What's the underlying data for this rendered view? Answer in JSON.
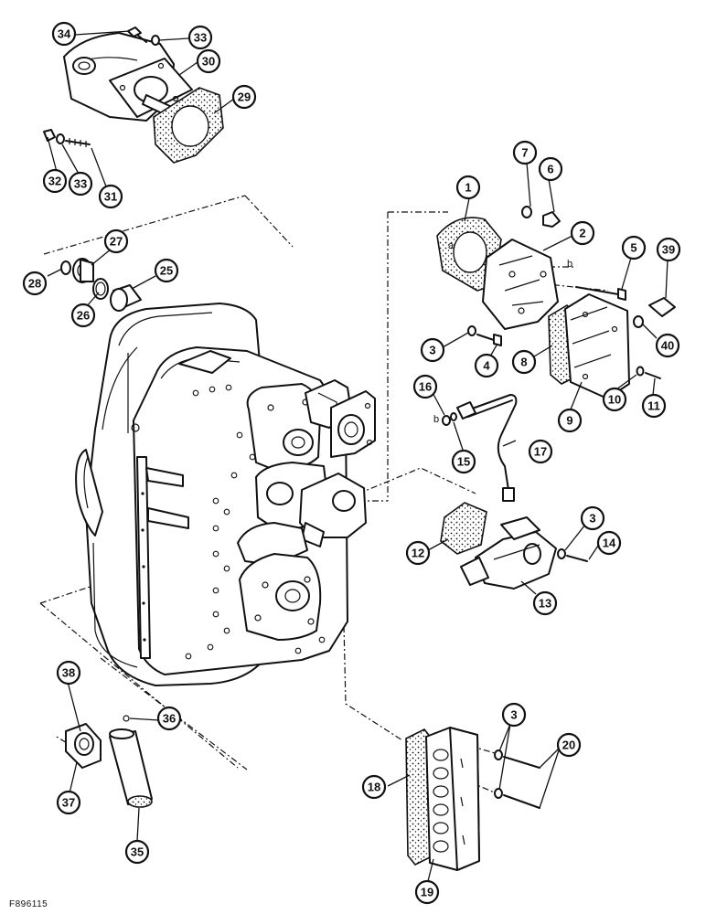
{
  "figure_id": "F896115",
  "point_labels": {
    "a": "a",
    "b": "b"
  },
  "callouts": [
    {
      "id": "c1",
      "label": "1"
    },
    {
      "id": "c2",
      "label": "2"
    },
    {
      "id": "c3a",
      "label": "3"
    },
    {
      "id": "c3b",
      "label": "3"
    },
    {
      "id": "c3c",
      "label": "3"
    },
    {
      "id": "c4",
      "label": "4"
    },
    {
      "id": "c5",
      "label": "5"
    },
    {
      "id": "c6",
      "label": "6"
    },
    {
      "id": "c7",
      "label": "7"
    },
    {
      "id": "c8",
      "label": "8"
    },
    {
      "id": "c9",
      "label": "9"
    },
    {
      "id": "c10",
      "label": "10"
    },
    {
      "id": "c11",
      "label": "11"
    },
    {
      "id": "c12",
      "label": "12"
    },
    {
      "id": "c13",
      "label": "13"
    },
    {
      "id": "c14",
      "label": "14"
    },
    {
      "id": "c15",
      "label": "15"
    },
    {
      "id": "c16",
      "label": "16"
    },
    {
      "id": "c17",
      "label": "17"
    },
    {
      "id": "c18",
      "label": "18"
    },
    {
      "id": "c19",
      "label": "19"
    },
    {
      "id": "c20",
      "label": "20"
    },
    {
      "id": "c25",
      "label": "25"
    },
    {
      "id": "c26",
      "label": "26"
    },
    {
      "id": "c27",
      "label": "27"
    },
    {
      "id": "c28",
      "label": "28"
    },
    {
      "id": "c29",
      "label": "29"
    },
    {
      "id": "c30",
      "label": "30"
    },
    {
      "id": "c31",
      "label": "31"
    },
    {
      "id": "c32",
      "label": "32"
    },
    {
      "id": "c33a",
      "label": "33"
    },
    {
      "id": "c33b",
      "label": "33"
    },
    {
      "id": "c34",
      "label": "34"
    },
    {
      "id": "c35",
      "label": "35"
    },
    {
      "id": "c36",
      "label": "36"
    },
    {
      "id": "c37",
      "label": "37"
    },
    {
      "id": "c38",
      "label": "38"
    },
    {
      "id": "c39",
      "label": "39"
    },
    {
      "id": "c40",
      "label": "40"
    }
  ]
}
